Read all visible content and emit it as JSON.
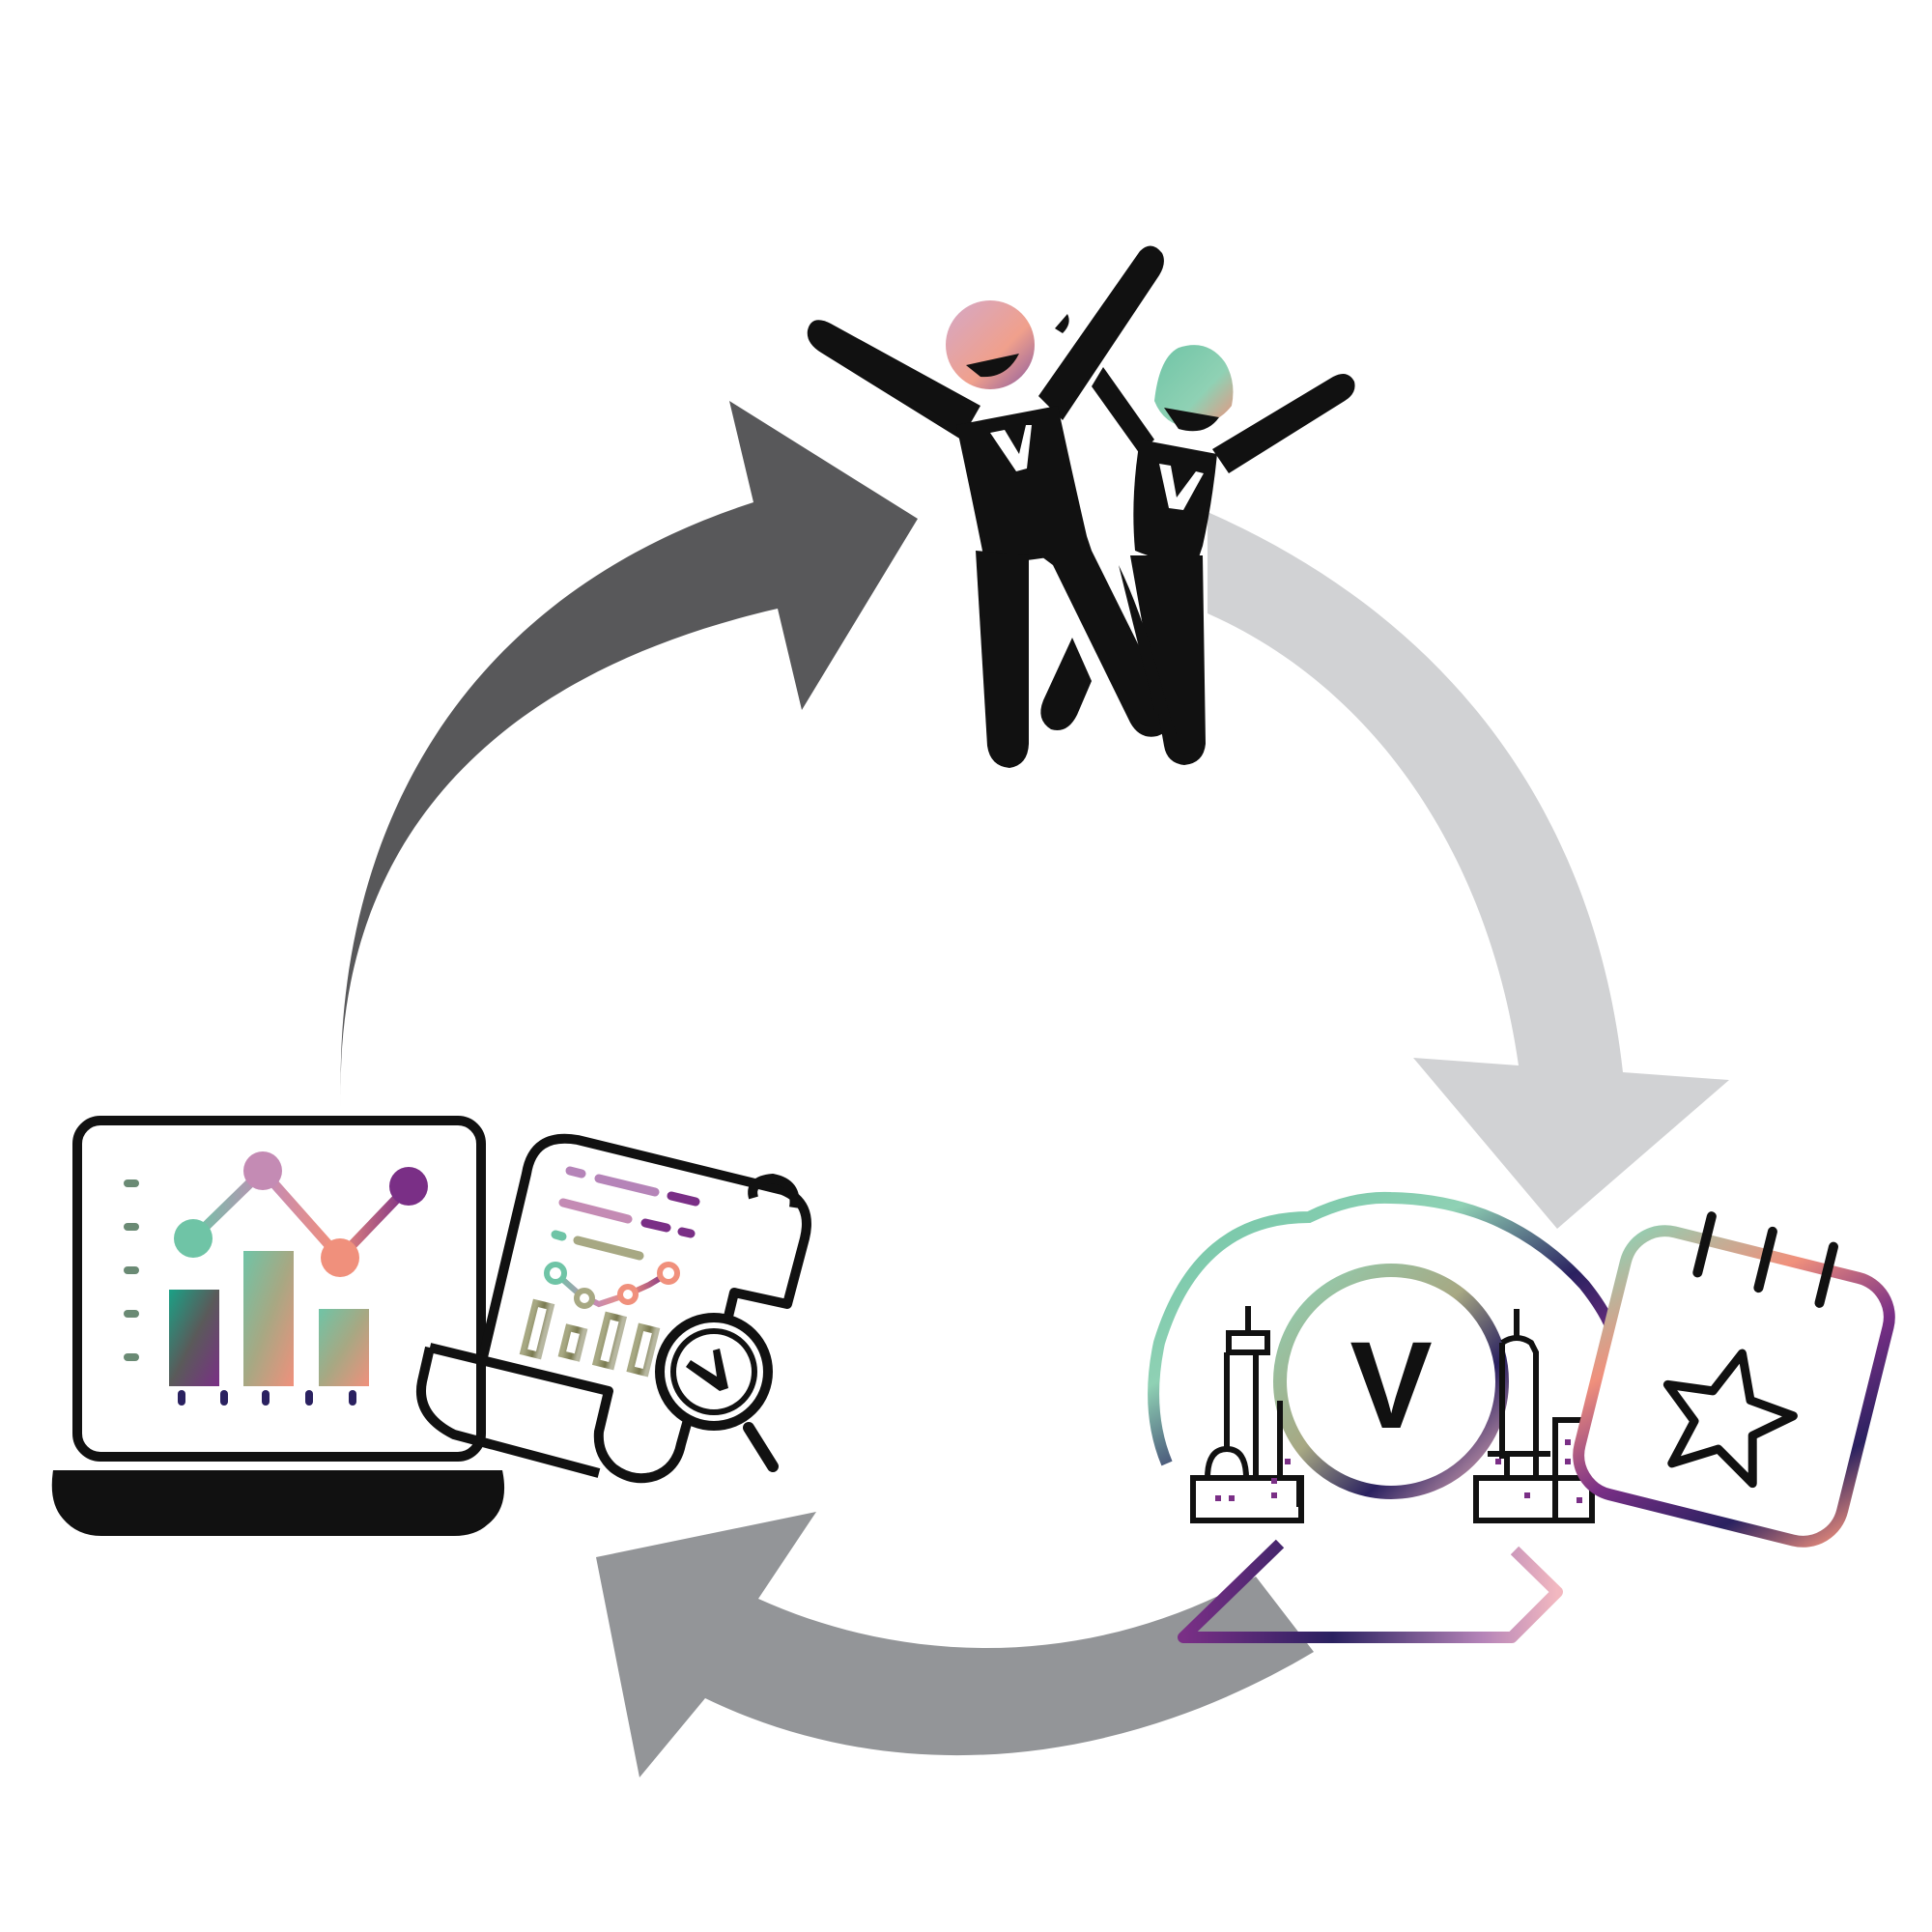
{
  "diagram": {
    "type": "cycle",
    "stages": [
      {
        "id": "celebrate",
        "icon": "celebrating-people-icon"
      },
      {
        "id": "city-event",
        "icon": "city-globe-calendar-icon"
      },
      {
        "id": "analytics",
        "icon": "laptop-report-analytics-icon"
      }
    ],
    "arrows": [
      {
        "from": "analytics",
        "to": "celebrate",
        "color": "#58585a"
      },
      {
        "from": "celebrate",
        "to": "city-event",
        "color": "#d1d2d4"
      },
      {
        "from": "city-event",
        "to": "analytics",
        "color": "#939598"
      }
    ],
    "glyphs": {
      "globe_letter": "V",
      "magnifier_letter": "V",
      "tie_letter": "V"
    },
    "colors": {
      "ink": "#111111",
      "mint": "#6fc4a6",
      "teal": "#1aa186",
      "salmon": "#f0907c",
      "pink": "#f2b8c0",
      "mauve": "#b584b8",
      "purple": "#7a2f86",
      "navy": "#2a2160",
      "olive": "#a7a883"
    }
  }
}
